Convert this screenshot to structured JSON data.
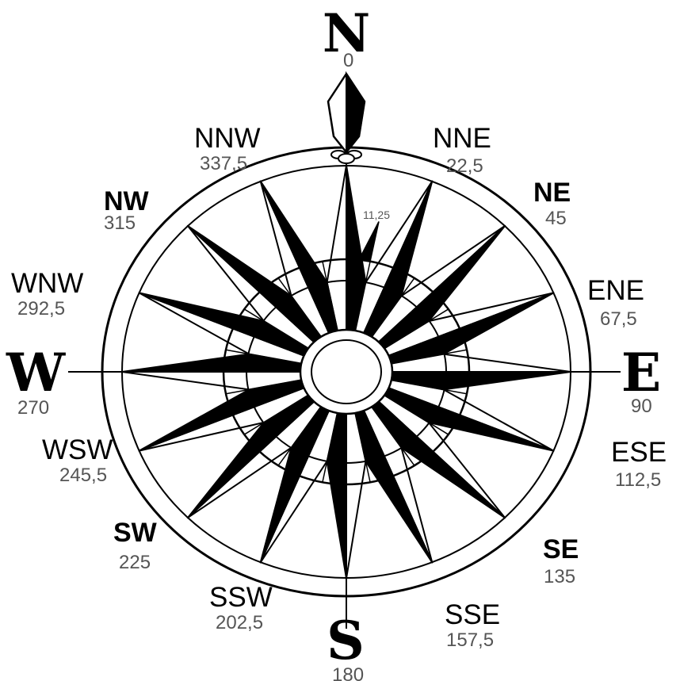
{
  "compass": {
    "cardinals": {
      "N": "N",
      "E": "E",
      "S": "S",
      "W": "W"
    },
    "intercardinals": {
      "NE": "NE",
      "SE": "SE",
      "SW": "SW",
      "NW": "NW"
    },
    "secondary": {
      "NNE": "NNE",
      "ENE": "ENE",
      "ESE": "ESE",
      "SSE": "SSE",
      "SSW": "SSW",
      "WSW": "WSW",
      "WNW": "WNW",
      "NNW": "NNW"
    },
    "degrees": {
      "N": "0",
      "NNE": "22,5",
      "NE": "45",
      "ENE": "67,5",
      "E": "90",
      "ESE": "112,5",
      "SE": "135",
      "SSE": "157,5",
      "S": "180",
      "SSW": "202,5",
      "SW": "225",
      "WSW": "245,5",
      "W": "270",
      "WNW": "292,5",
      "NW": "315",
      "NNW": "337,5"
    },
    "half_point_mark": "11,25",
    "colors": {
      "ink": "#000000",
      "degree_text": "#555555",
      "paper": "#ffffff"
    }
  }
}
